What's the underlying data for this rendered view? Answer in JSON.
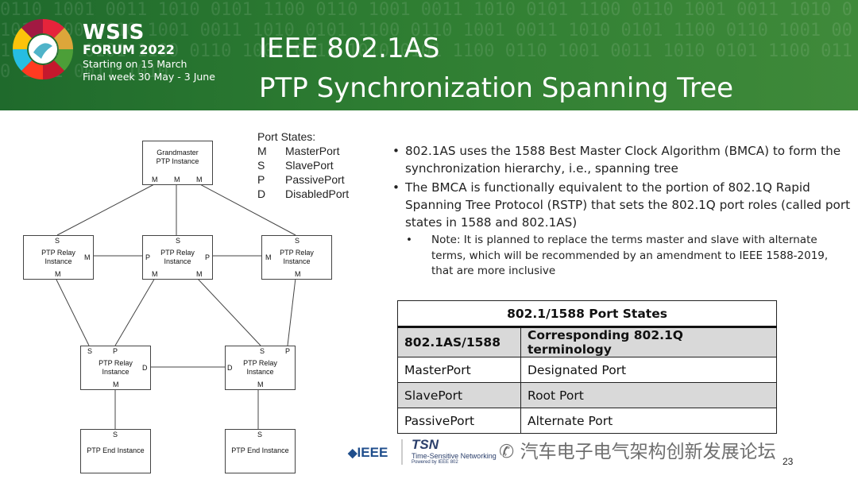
{
  "header": {
    "forum_title": "WSIS",
    "forum_subtitle": "FORUM 2022",
    "date_line1": "Starting on 15 March",
    "date_line2": "Final week 30 May - 3 June",
    "slide_title_line1": "IEEE 802.1AS",
    "slide_title_line2": "PTP Synchronization Spanning Tree",
    "background_color": "#2e7d32"
  },
  "diagram": {
    "legend_title": "Port States:",
    "legend": [
      {
        "key": "M",
        "value": "MasterPort"
      },
      {
        "key": "S",
        "value": "SlavePort"
      },
      {
        "key": "P",
        "value": "PassivePort"
      },
      {
        "key": "D",
        "value": "DisabledPort"
      }
    ],
    "grandmaster": {
      "line1": "Grandmaster",
      "line2": "PTP Instance"
    },
    "relay": {
      "line1": "PTP Relay",
      "line2": "Instance"
    },
    "end_instance": "PTP End Instance",
    "port_M": "M",
    "port_S": "S",
    "port_P": "P",
    "port_D": "D"
  },
  "bullets": [
    {
      "text": "802.1AS uses the 1588 Best Master Clock Algorithm (BMCA) to form the synchronization hierarchy, i.e., spanning tree"
    },
    {
      "text": "The BMCA is functionally equivalent to the portion of 802.1Q Rapid Spanning Tree Protocol (RSTP) that sets the 802.1Q port roles (called port states in 1588 and 802.1AS)"
    }
  ],
  "sub_bullet": "Note: It is planned to replace the terms master and slave with alternate terms, which will be recommended by an amendment to IEEE 1588-2019, that are more inclusive",
  "table": {
    "caption": "802.1/1588 Port States",
    "headers": [
      "802.1AS/1588",
      "Corresponding 802.1Q terminology"
    ],
    "rows": [
      [
        "MasterPort",
        "Designated Port"
      ],
      [
        "SlavePort",
        "Root Port"
      ],
      [
        "PassivePort",
        "Alternate Port"
      ]
    ]
  },
  "footer": {
    "ieee_logo": "IEEE",
    "tsn_logo": "TSN",
    "tsn_tagline": "Time-Sensitive Networking",
    "tsn_powered": "Powered by IEEE 802",
    "watermark": "汽车电子电气架构创新发展论坛",
    "page_number": "23"
  }
}
